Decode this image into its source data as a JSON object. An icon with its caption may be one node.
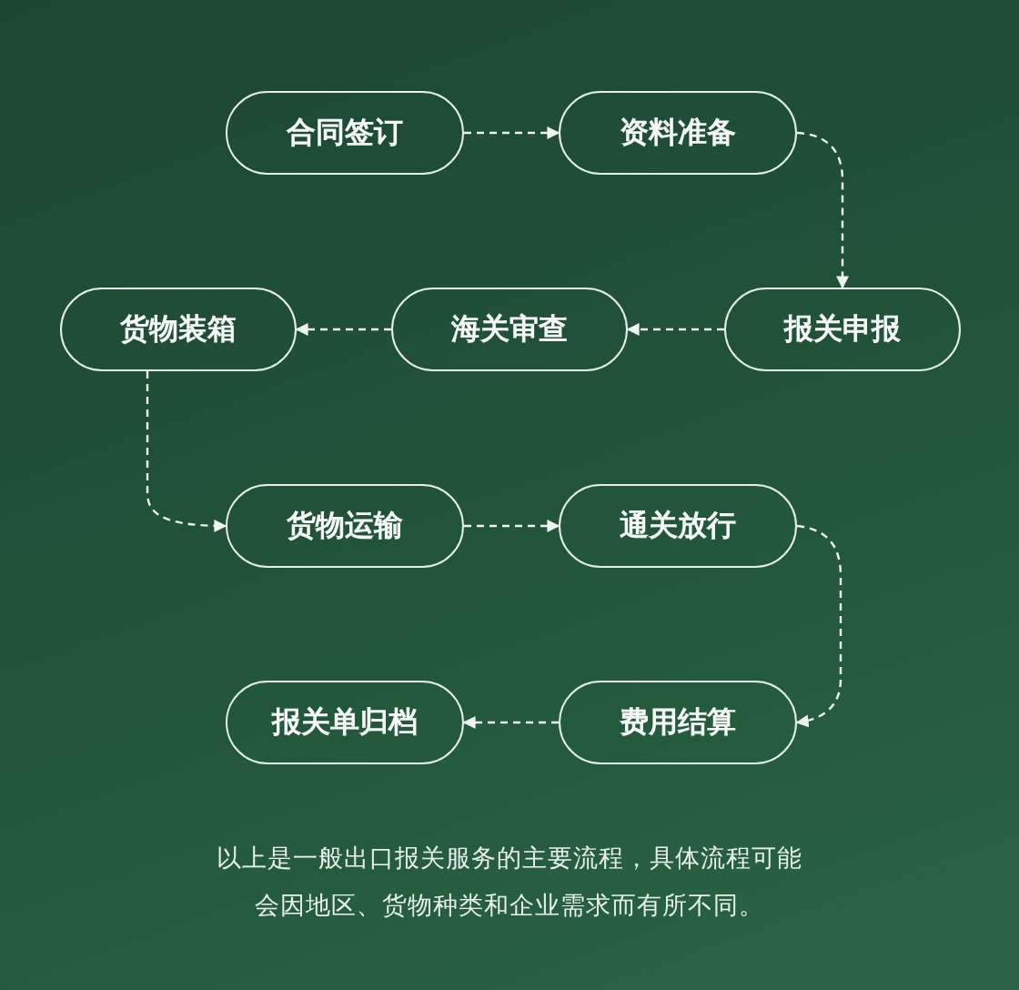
{
  "diagram": {
    "nodes": [
      {
        "text": [
          "合同签订"
        ]
      },
      {
        "text": [
          "资料准备"
        ]
      },
      {
        "text": [
          "报关申报"
        ]
      },
      {
        "text": [
          "海关审查"
        ]
      },
      {
        "text": [
          "货物装箱"
        ]
      },
      {
        "text": [
          "货物运输"
        ]
      },
      {
        "text": [
          "通关放行"
        ]
      },
      {
        "text": [
          "费用结算"
        ]
      },
      {
        "text": [
          "报关单归档"
        ]
      }
    ],
    "edges": [
      {
        "from": 0,
        "to": 1,
        "arrow": "to",
        "style": "dashed"
      },
      {
        "from": 1,
        "to": 2,
        "arrow": "to",
        "style": "dashed"
      },
      {
        "from": 2,
        "to": 3,
        "arrow": "to",
        "style": "dashed"
      },
      {
        "from": 3,
        "to": 4,
        "arrow": "to",
        "style": "dashed"
      },
      {
        "from": 4,
        "to": 5,
        "arrow": "to",
        "style": "dashed"
      },
      {
        "from": 5,
        "to": 6,
        "arrow": "to",
        "style": "dashed"
      },
      {
        "from": 6,
        "to": 7,
        "arrow": "to",
        "style": "dashed"
      },
      {
        "from": 7,
        "to": 8,
        "arrow": "to",
        "style": "dashed"
      }
    ],
    "caption": "以上是一般出口报关服务的主要流程，具体流程可能会因地区、货物种类和企业需求而有所不同。"
  }
}
